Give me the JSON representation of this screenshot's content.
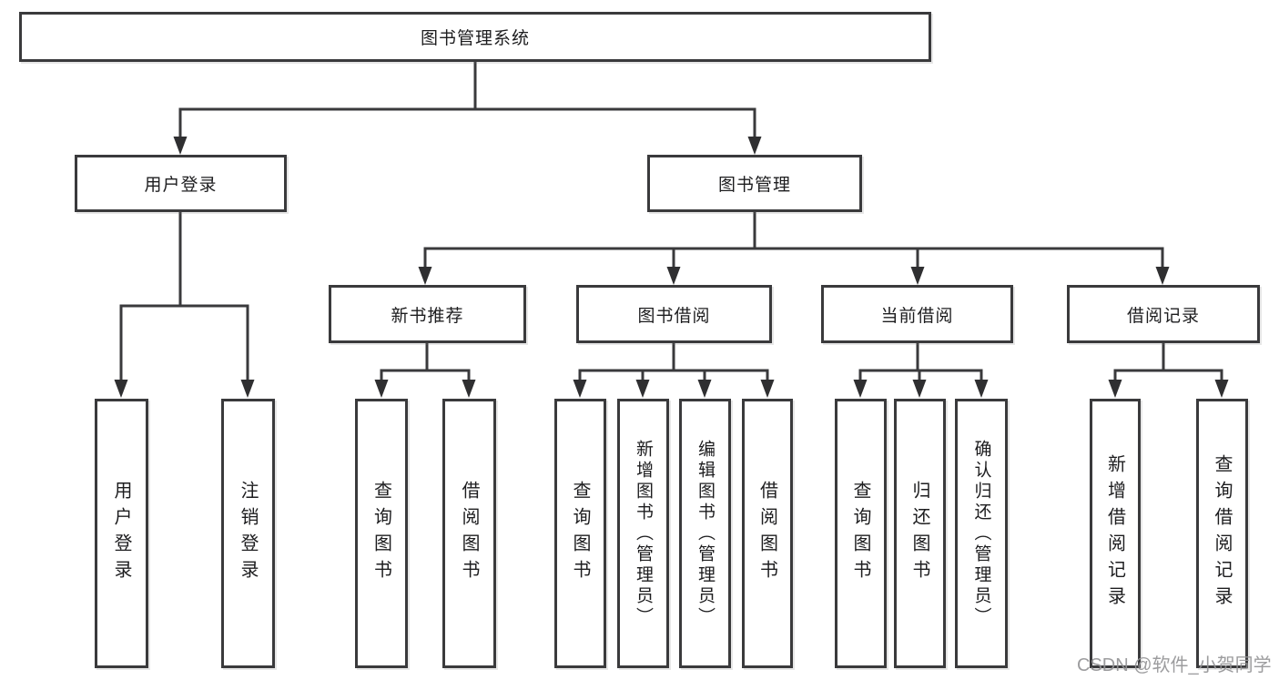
{
  "diagram": {
    "type": "tree",
    "watermark": "CSDN @软件_小贺同学",
    "colors": {
      "background": "#ffffff",
      "line": "#3a3a3c",
      "text": "#1d1d1f",
      "watermark": "#949496"
    }
  },
  "nodes": {
    "root": {
      "label": "图书管理系统"
    },
    "user_login": {
      "label": "用户登录"
    },
    "book_mgmt": {
      "label": "图书管理"
    },
    "new_book_rec": {
      "label": "新书推荐"
    },
    "book_borrow": {
      "label": "图书借阅"
    },
    "current_borrow": {
      "label": "当前借阅"
    },
    "borrow_record": {
      "label": "借阅记录"
    },
    "ul_user_login": {
      "label": "用户登录"
    },
    "ul_logout": {
      "label": "注销登录"
    },
    "nb_query_book": {
      "label": "查询图书"
    },
    "nb_borrow_book": {
      "label": "借阅图书"
    },
    "bb_query_book": {
      "label": "查询图书"
    },
    "bb_add_book": {
      "label": "新增图书（管理员）"
    },
    "bb_edit_book": {
      "label": "编辑图书（管理员）"
    },
    "bb_borrow_book": {
      "label": "借阅图书"
    },
    "cb_query_book": {
      "label": "查询图书"
    },
    "cb_return_book": {
      "label": "归还图书"
    },
    "cb_confirm_ret": {
      "label": "确认归还（管理员）"
    },
    "br_add_record": {
      "label": "新增借阅记录"
    },
    "br_query_record": {
      "label": "查询借阅记录"
    }
  },
  "edges": [
    {
      "from": "root",
      "to": "user_login"
    },
    {
      "from": "root",
      "to": "book_mgmt"
    },
    {
      "from": "user_login",
      "to": "ul_user_login"
    },
    {
      "from": "user_login",
      "to": "ul_logout"
    },
    {
      "from": "book_mgmt",
      "to": "new_book_rec"
    },
    {
      "from": "book_mgmt",
      "to": "book_borrow"
    },
    {
      "from": "book_mgmt",
      "to": "current_borrow"
    },
    {
      "from": "book_mgmt",
      "to": "borrow_record"
    },
    {
      "from": "new_book_rec",
      "to": "nb_query_book"
    },
    {
      "from": "new_book_rec",
      "to": "nb_borrow_book"
    },
    {
      "from": "book_borrow",
      "to": "bb_query_book"
    },
    {
      "from": "book_borrow",
      "to": "bb_add_book"
    },
    {
      "from": "book_borrow",
      "to": "bb_edit_book"
    },
    {
      "from": "book_borrow",
      "to": "bb_borrow_book"
    },
    {
      "from": "current_borrow",
      "to": "cb_query_book"
    },
    {
      "from": "current_borrow",
      "to": "cb_return_book"
    },
    {
      "from": "current_borrow",
      "to": "cb_confirm_ret"
    },
    {
      "from": "borrow_record",
      "to": "br_add_record"
    },
    {
      "from": "borrow_record",
      "to": "br_query_record"
    }
  ]
}
